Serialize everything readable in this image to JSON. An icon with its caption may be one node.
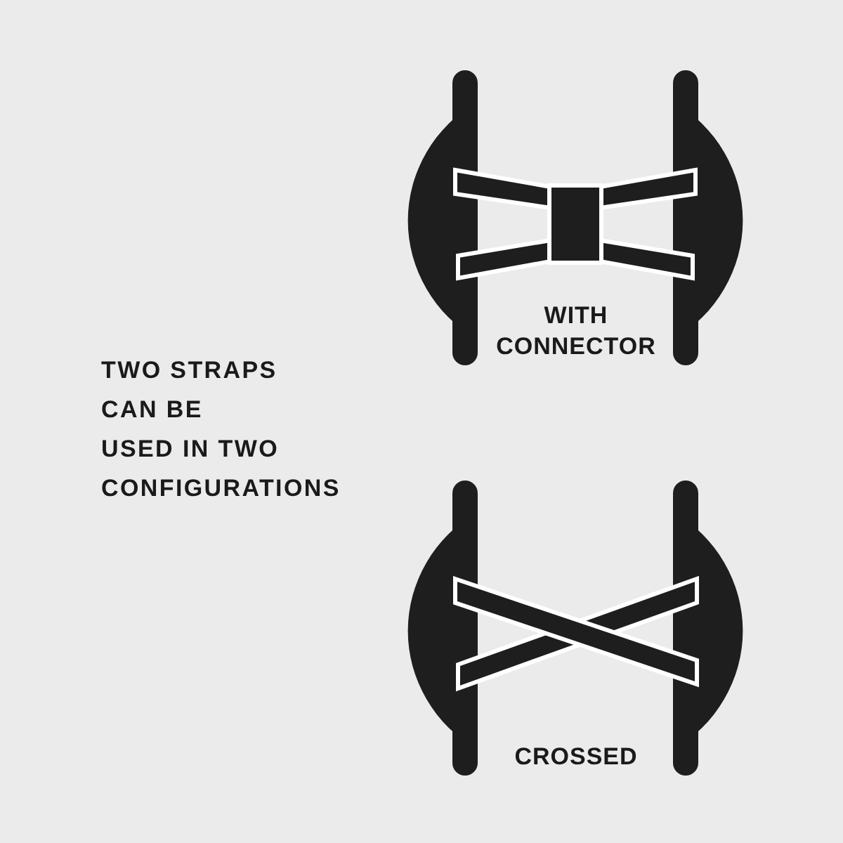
{
  "diagram": {
    "labels": [
      "TWO STRAPS CAN BE USED IN TWO CONFIGURATIONS",
      "WITH CONNECTOR",
      "CROSSED"
    ]
  }
}
